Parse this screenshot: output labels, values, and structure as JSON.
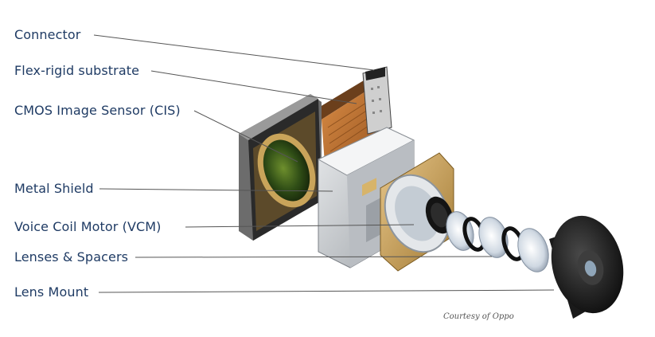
{
  "labels": {
    "connector": "Connector",
    "flex": "Flex-rigid substrate",
    "cmos": "CMOS Image Sensor (CIS)",
    "shield": "Metal Shield",
    "vcm": "Voice Coil Motor (VCM)",
    "lenses": "Lenses & Spacers",
    "mount": "Lens Mount"
  },
  "credit": "Courtesy of Oppo",
  "colors": {
    "label_text": "#1f3b64",
    "leader_line": "#555555",
    "flex": "#c07a3c",
    "sensor": "#3b5a1c"
  }
}
